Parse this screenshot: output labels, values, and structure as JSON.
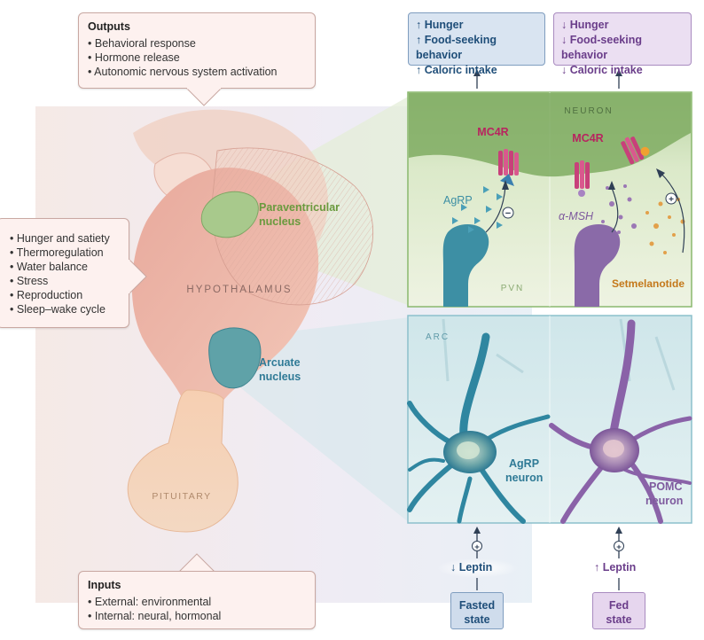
{
  "outputs": {
    "title": "Outputs",
    "items": [
      "Behavioral response",
      "Hormone release",
      "Autonomic nervous system activation"
    ]
  },
  "functions": {
    "items": [
      "Hunger and satiety",
      "Thermoregulation",
      "Water balance",
      "Stress",
      "Reproduction",
      "Sleep–wake cycle"
    ]
  },
  "inputs": {
    "title": "Inputs",
    "items": [
      "External: environmental",
      "Internal: neural, hormonal"
    ]
  },
  "brain": {
    "hypothalamus": "HYPOTHALAMUS",
    "pituitary": "PITUITARY",
    "paraventricular": [
      "Paraventricular",
      "nucleus"
    ],
    "arcuate": [
      "Arcuate",
      "nucleus"
    ]
  },
  "pvn_panel": {
    "neuron_label": "NEURON",
    "pvn_label": "PVN",
    "mc4r_left": "MC4R",
    "mc4r_right": "MC4R",
    "agrp": "AgRP",
    "amsh": "α-MSH",
    "setmelanotide": "Setmelanotide",
    "minus_sign": "−",
    "plus_sign": "+"
  },
  "arc_panel": {
    "arc_label": "ARC",
    "agrp_neuron": [
      "AgRP",
      "neuron"
    ],
    "pomc_neuron": [
      "POMC",
      "neuron"
    ]
  },
  "effects": {
    "left": [
      "↑ Hunger",
      "↑ Food-seeking behavior",
      "↑  Caloric intake"
    ],
    "right": [
      "↓ Hunger",
      "↓ Food-seeking behavior",
      "↓ Caloric intake"
    ]
  },
  "leptin": {
    "left": "↓ Leptin",
    "right": "↑ Leptin",
    "plus_sign": "+"
  },
  "states": {
    "left": [
      "Fasted",
      "state"
    ],
    "right": [
      "Fed",
      "state"
    ]
  },
  "colors": {
    "blue_text": "#1f4e79",
    "purple_text": "#6a3d8a",
    "mc4r": "#b8245f",
    "pvn_green": "#6a9a58",
    "arc_blue": "#2f7a96",
    "setmelanotide": "#c4781a",
    "callout_bg": "#fdf1ef"
  }
}
